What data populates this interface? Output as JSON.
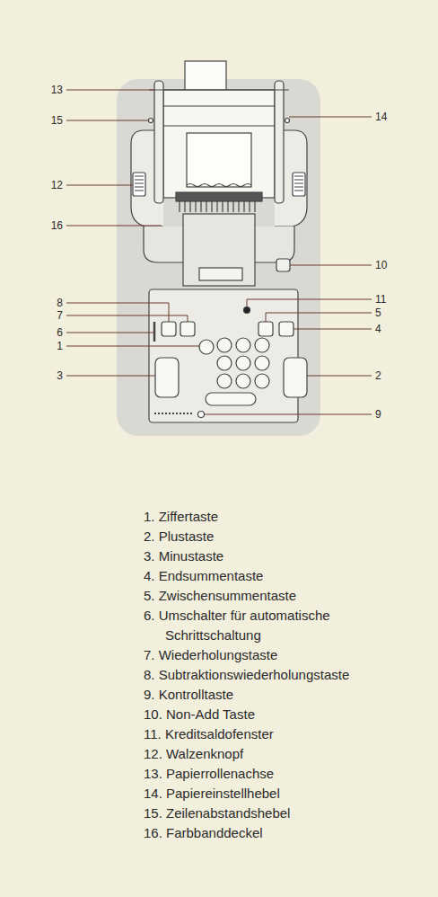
{
  "diagram": {
    "labels": [
      "13",
      "15",
      "12",
      "16",
      "8",
      "7",
      "6",
      "1",
      "3",
      "14",
      "10",
      "11",
      "5",
      "4",
      "2",
      "9",
      "1. Ziffertaste",
      "2. Plustaste",
      "3. Minustaste",
      "4. Endsummentaste",
      "5. Zwischensummentaste",
      "6. Umschalter für automatische Schrittschaltung",
      "7. Wiederholungstaste",
      "8. Subtraktionswiederholungstaste",
      "9. Kontrolltaste",
      "10. Non-Add Taste",
      "11. Kreditsaldofenster",
      "12. Walzenknopf",
      "13. Papierrollenachse",
      "14. Papiereinstellhebel",
      "15. Zeilenabstandshebel",
      "16. Farbbanddeckel"
    ]
  }
}
